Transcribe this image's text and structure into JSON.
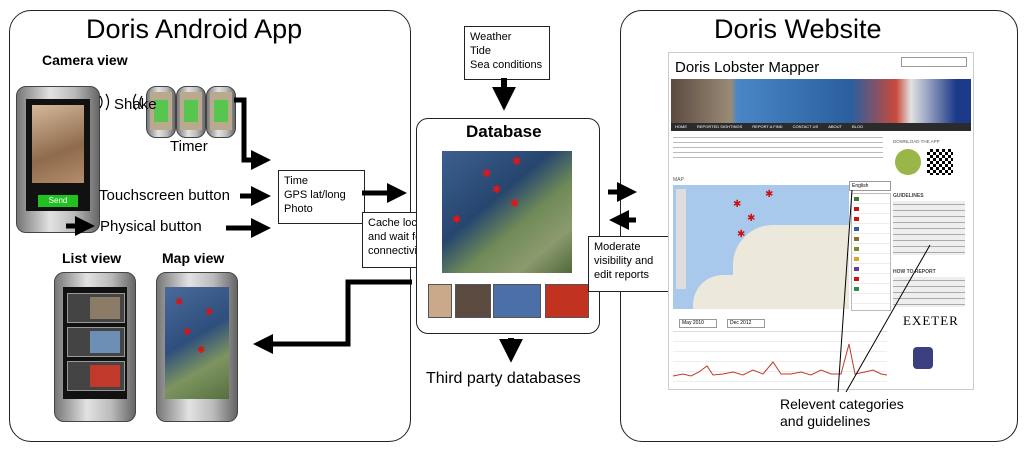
{
  "app": {
    "title": "Doris Android App",
    "camera_view": "Camera view",
    "shake": "Shake",
    "timer": "Timer",
    "send_button": "Send",
    "touchscreen_button": "Touchscreen button",
    "physical_button": "Physical button",
    "list_view": "List view",
    "map_view": "Map view"
  },
  "data_box": {
    "lines": [
      "Time",
      "GPS lat/long",
      "Photo"
    ]
  },
  "cache_box": {
    "lines": [
      "Cache locally",
      "and wait for",
      "connectivity"
    ]
  },
  "weather_box": {
    "lines": [
      "Weather",
      "Tide",
      "Sea conditions"
    ]
  },
  "database": {
    "title": "Database"
  },
  "third_party": "Third party databases",
  "moderate_box": {
    "lines": [
      "Moderate",
      "visibility and",
      "edit reports"
    ]
  },
  "website": {
    "title": "Doris Website",
    "site_name": "Doris Lobster Mapper",
    "nav": [
      "HOME",
      "REPORTED SIGHTINGS",
      "REPORT A FIND",
      "CONTACT US",
      "ABOUT",
      "BLOG"
    ],
    "download_app": "DOWNLOAD THE APP",
    "guidelines": "GUIDELINES",
    "how_to_report": "HOW TO REPORT",
    "map_label": "MAP",
    "language": "English",
    "date_from": "May 2010",
    "date_to": "Dec 2012",
    "exeter": "EXETER",
    "annotation": [
      "Relevent categories",
      "and guidelines"
    ]
  },
  "colors": {
    "send_green": "#22c122",
    "map_sea": "#a9c9ec",
    "map_land": "#ece8dc",
    "nav_bar": "#2b2b2b",
    "chart_line": "#c0392b"
  },
  "icons": [
    "lobster-marker-icon",
    "back-icon",
    "home-icon",
    "search-icon",
    "menu-icon"
  ]
}
